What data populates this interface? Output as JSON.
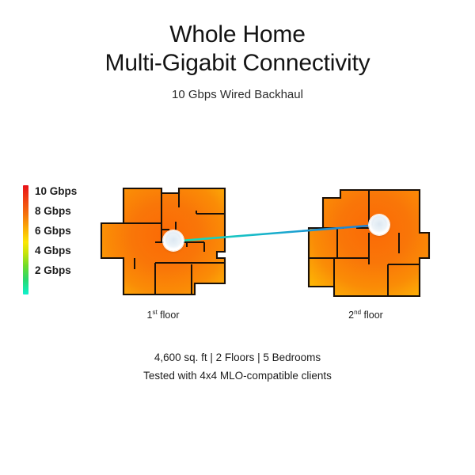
{
  "header": {
    "title_line1": "Whole Home",
    "title_line2": "Multi-Gigabit Connectivity",
    "subtitle": "10 Gbps Wired Backhaul"
  },
  "legend": {
    "name": "signal-strength-scale",
    "labels": [
      "10 Gbps",
      "8 Gbps",
      "6 Gbps",
      "4 Gbps",
      "2 Gbps"
    ],
    "gradient_top_color": "#e8121a",
    "gradient_bottom_color": "#11f0cf"
  },
  "floors": [
    {
      "id": "floor-1",
      "label_ordinal": "1",
      "label_suffix": "st",
      "label_rest": " floor",
      "node_name": "mesh-node-floor-1"
    },
    {
      "id": "floor-2",
      "label_ordinal": "2",
      "label_suffix": "nd",
      "label_rest": " floor",
      "node_name": "mesh-node-floor-2"
    }
  ],
  "backhaul_link": {
    "name": "wired-backhaul-link",
    "start_color": "#13d9b0",
    "end_color": "#1f7fd6"
  },
  "heatmap": {
    "core_color": "#f97009",
    "mid_color": "#fb9104",
    "edge_color": "#fdd30a",
    "wall_color": "#1a1008"
  },
  "footer": {
    "line1": "4,600 sq. ft | 2 Floors | 5 Bedrooms",
    "line2": "Tested with 4x4 MLO-compatible clients"
  }
}
